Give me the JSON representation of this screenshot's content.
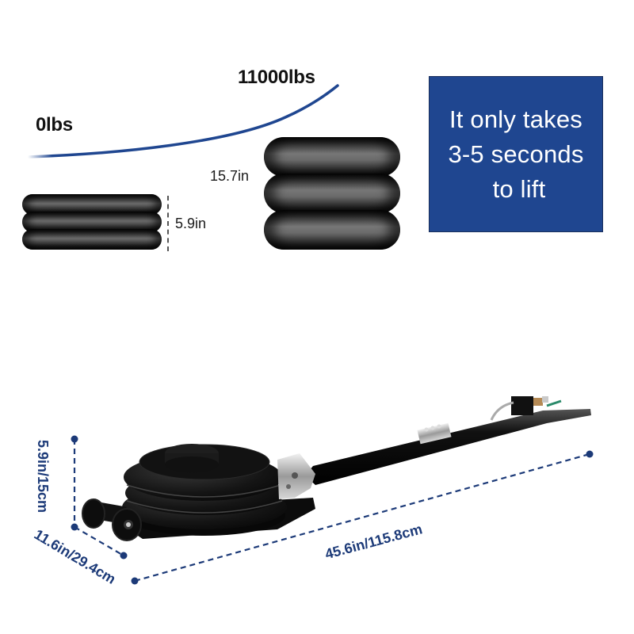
{
  "load_curve": {
    "start_label": "0lbs",
    "end_label": "11000lbs",
    "curve_color": "#1f4690"
  },
  "compressed_bag": {
    "height_label": "5.9in",
    "rings": 3
  },
  "extended_bag": {
    "height_label": "15.7in",
    "rings": 3
  },
  "info_box": {
    "background_color": "#1f4690",
    "lines": [
      "It only takes",
      "3-5 seconds",
      "to lift"
    ]
  },
  "product_dimensions": {
    "height": "5.9in/15cm",
    "width": "11.6in/29.4cm",
    "length": "45.6in/115.8cm",
    "line_color": "#1c3a78"
  },
  "product": {
    "name_icon": "air-jack-icon"
  }
}
